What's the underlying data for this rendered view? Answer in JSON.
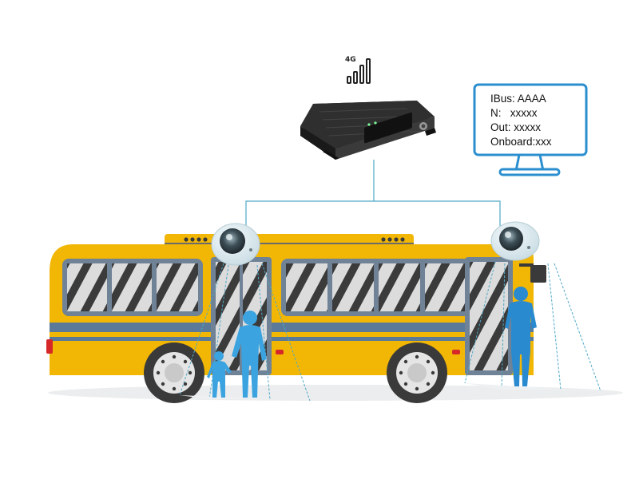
{
  "signal": {
    "label": "4G",
    "bars": 4
  },
  "monitor": {
    "lines": [
      "IBus: AAAA",
      "N:   xxxxx",
      "Out: xxxxx",
      "Onboard:xxx"
    ]
  },
  "colors": {
    "bus_body": "#F2B705",
    "bus_trim": "#5B7A99",
    "bus_dark": "#3A3A3A",
    "window_frame": "#6F8296",
    "window_glass": "#D9D9D9",
    "passenger": "#3BA3E0",
    "wire": "#4FA8C8",
    "monitor": "#2B8FCF"
  },
  "icons": [
    "signal-4g-icon",
    "dvr-recorder-icon",
    "monitor-icon",
    "dome-camera-icon"
  ]
}
